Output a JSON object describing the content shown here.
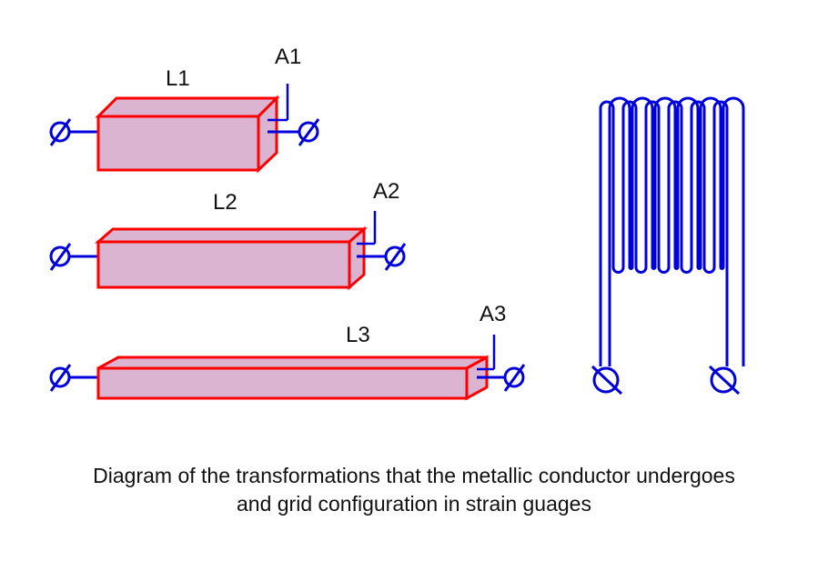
{
  "labels": {
    "bar1_length": "L1",
    "bar1_area": "A1",
    "bar2_length": "L2",
    "bar2_area": "A2",
    "bar3_length": "L3",
    "bar3_area": "A3"
  },
  "caption": {
    "line1": "Diagram of the transformations that the metallic conductor undergoes",
    "line2": "and grid configuration in strain guages"
  },
  "colors": {
    "bar_fill": "#dbb4d2",
    "bar_outline": "#ff0000",
    "wire": "#0000dd",
    "text": "#111111"
  },
  "icons": [
    "terminal-icon"
  ]
}
